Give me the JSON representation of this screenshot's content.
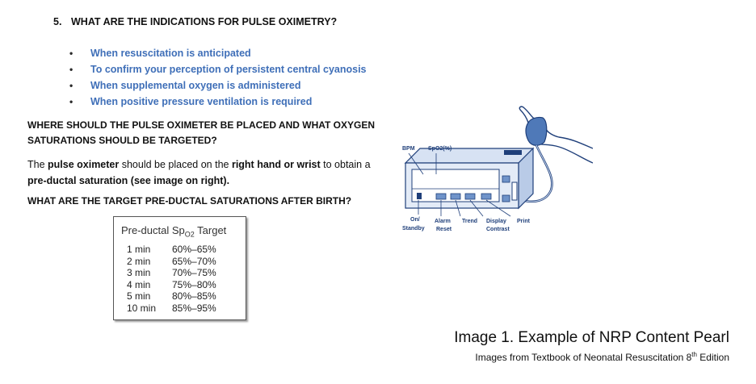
{
  "question5": {
    "number": "5.",
    "text": "WHAT ARE THE INDICATIONS FOR PULSE OXIMETRY?"
  },
  "indications": [
    "When resuscitation is anticipated",
    "To confirm your perception of persistent central cyanosis",
    "When supplemental oxygen is administered",
    "When positive pressure ventilation is required"
  ],
  "bullet_glyph": "•",
  "placement_heading": "WHERE SHOULD THE PULSE OXIMETER BE PLACED AND WHAT OXYGEN SATURATIONS SHOULD BE TARGETED?",
  "placement_paragraph": {
    "p1": "The ",
    "b1": "pulse oximeter",
    "p2": " should be placed on the ",
    "b2": "right hand or wrist",
    "p3": " to obtain a ",
    "b3": "pre-ductal saturation (see image on right)."
  },
  "target_heading": "WHAT ARE THE TARGET PRE-DUCTAL SATURATIONS AFTER BIRTH?",
  "target_table": {
    "title_prefix": "Pre-ductal Sp",
    "title_sub": "O2",
    "title_suffix": " Target",
    "rows": [
      {
        "time": "1 min",
        "range": "60%–65%"
      },
      {
        "time": "2 min",
        "range": "65%–70%"
      },
      {
        "time": "3 min",
        "range": "70%–75%"
      },
      {
        "time": "4 min",
        "range": "75%–80%"
      },
      {
        "time": "5 min",
        "range": "80%–85%"
      },
      {
        "time": "10 min",
        "range": "85%–95%"
      }
    ]
  },
  "device_labels": {
    "bpm": "BPM",
    "spo2": "SpO2(%)",
    "on": "On/",
    "standby": "Standby",
    "alarm": "Alarm",
    "reset": "Reset",
    "trend": "Trend",
    "display": "Display",
    "contrast": "Contrast",
    "print": "Print"
  },
  "caption": {
    "title": "Image 1. Example of NRP Content Pearl",
    "source_prefix": "Images from Textbook of Neonatal Resuscitation 8",
    "source_sup": "th",
    "source_suffix": " Edition"
  },
  "colors": {
    "accent_blue": "#3f6fb8",
    "device_blue": "#1f3f7a",
    "device_fill": "#e3ebf7"
  }
}
